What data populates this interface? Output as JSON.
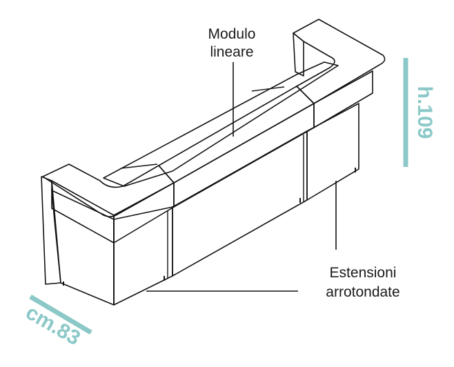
{
  "callouts": {
    "module_line1": "Modulo",
    "module_line2": "lineare",
    "extension_line1": "Estensioni",
    "extension_line2": "arrotondate"
  },
  "dimensions": {
    "height_label": "h.109",
    "depth_label": "cm.83"
  },
  "colors": {
    "panel_gray": "#c8c8c8",
    "accent_teal": "#8cc8c8",
    "line": "#111111"
  }
}
